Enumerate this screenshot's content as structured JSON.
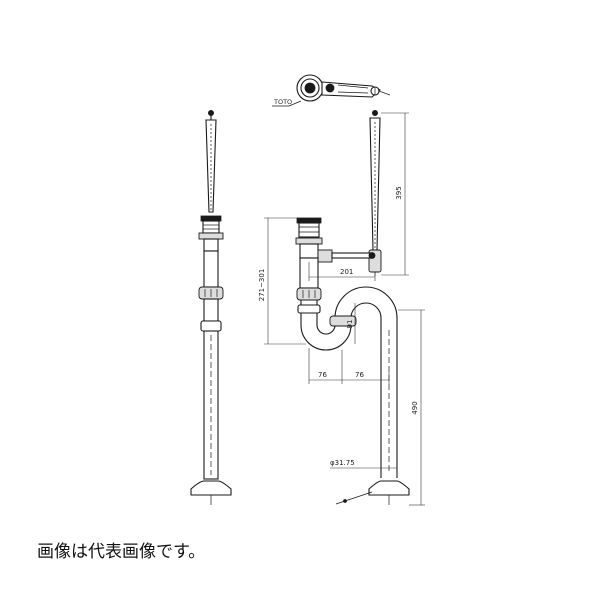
{
  "caption": "画像は代表画像です。",
  "labels": {
    "brand": "TOTO",
    "dim_height_range": "271~301",
    "dim_rod": "395",
    "dim_horizontal": "201",
    "dim_trap_depth": "91",
    "dim_left_offset": "76",
    "dim_right_offset": "76",
    "dim_pipe_height": "490",
    "dim_diameter": "φ31.75"
  }
}
